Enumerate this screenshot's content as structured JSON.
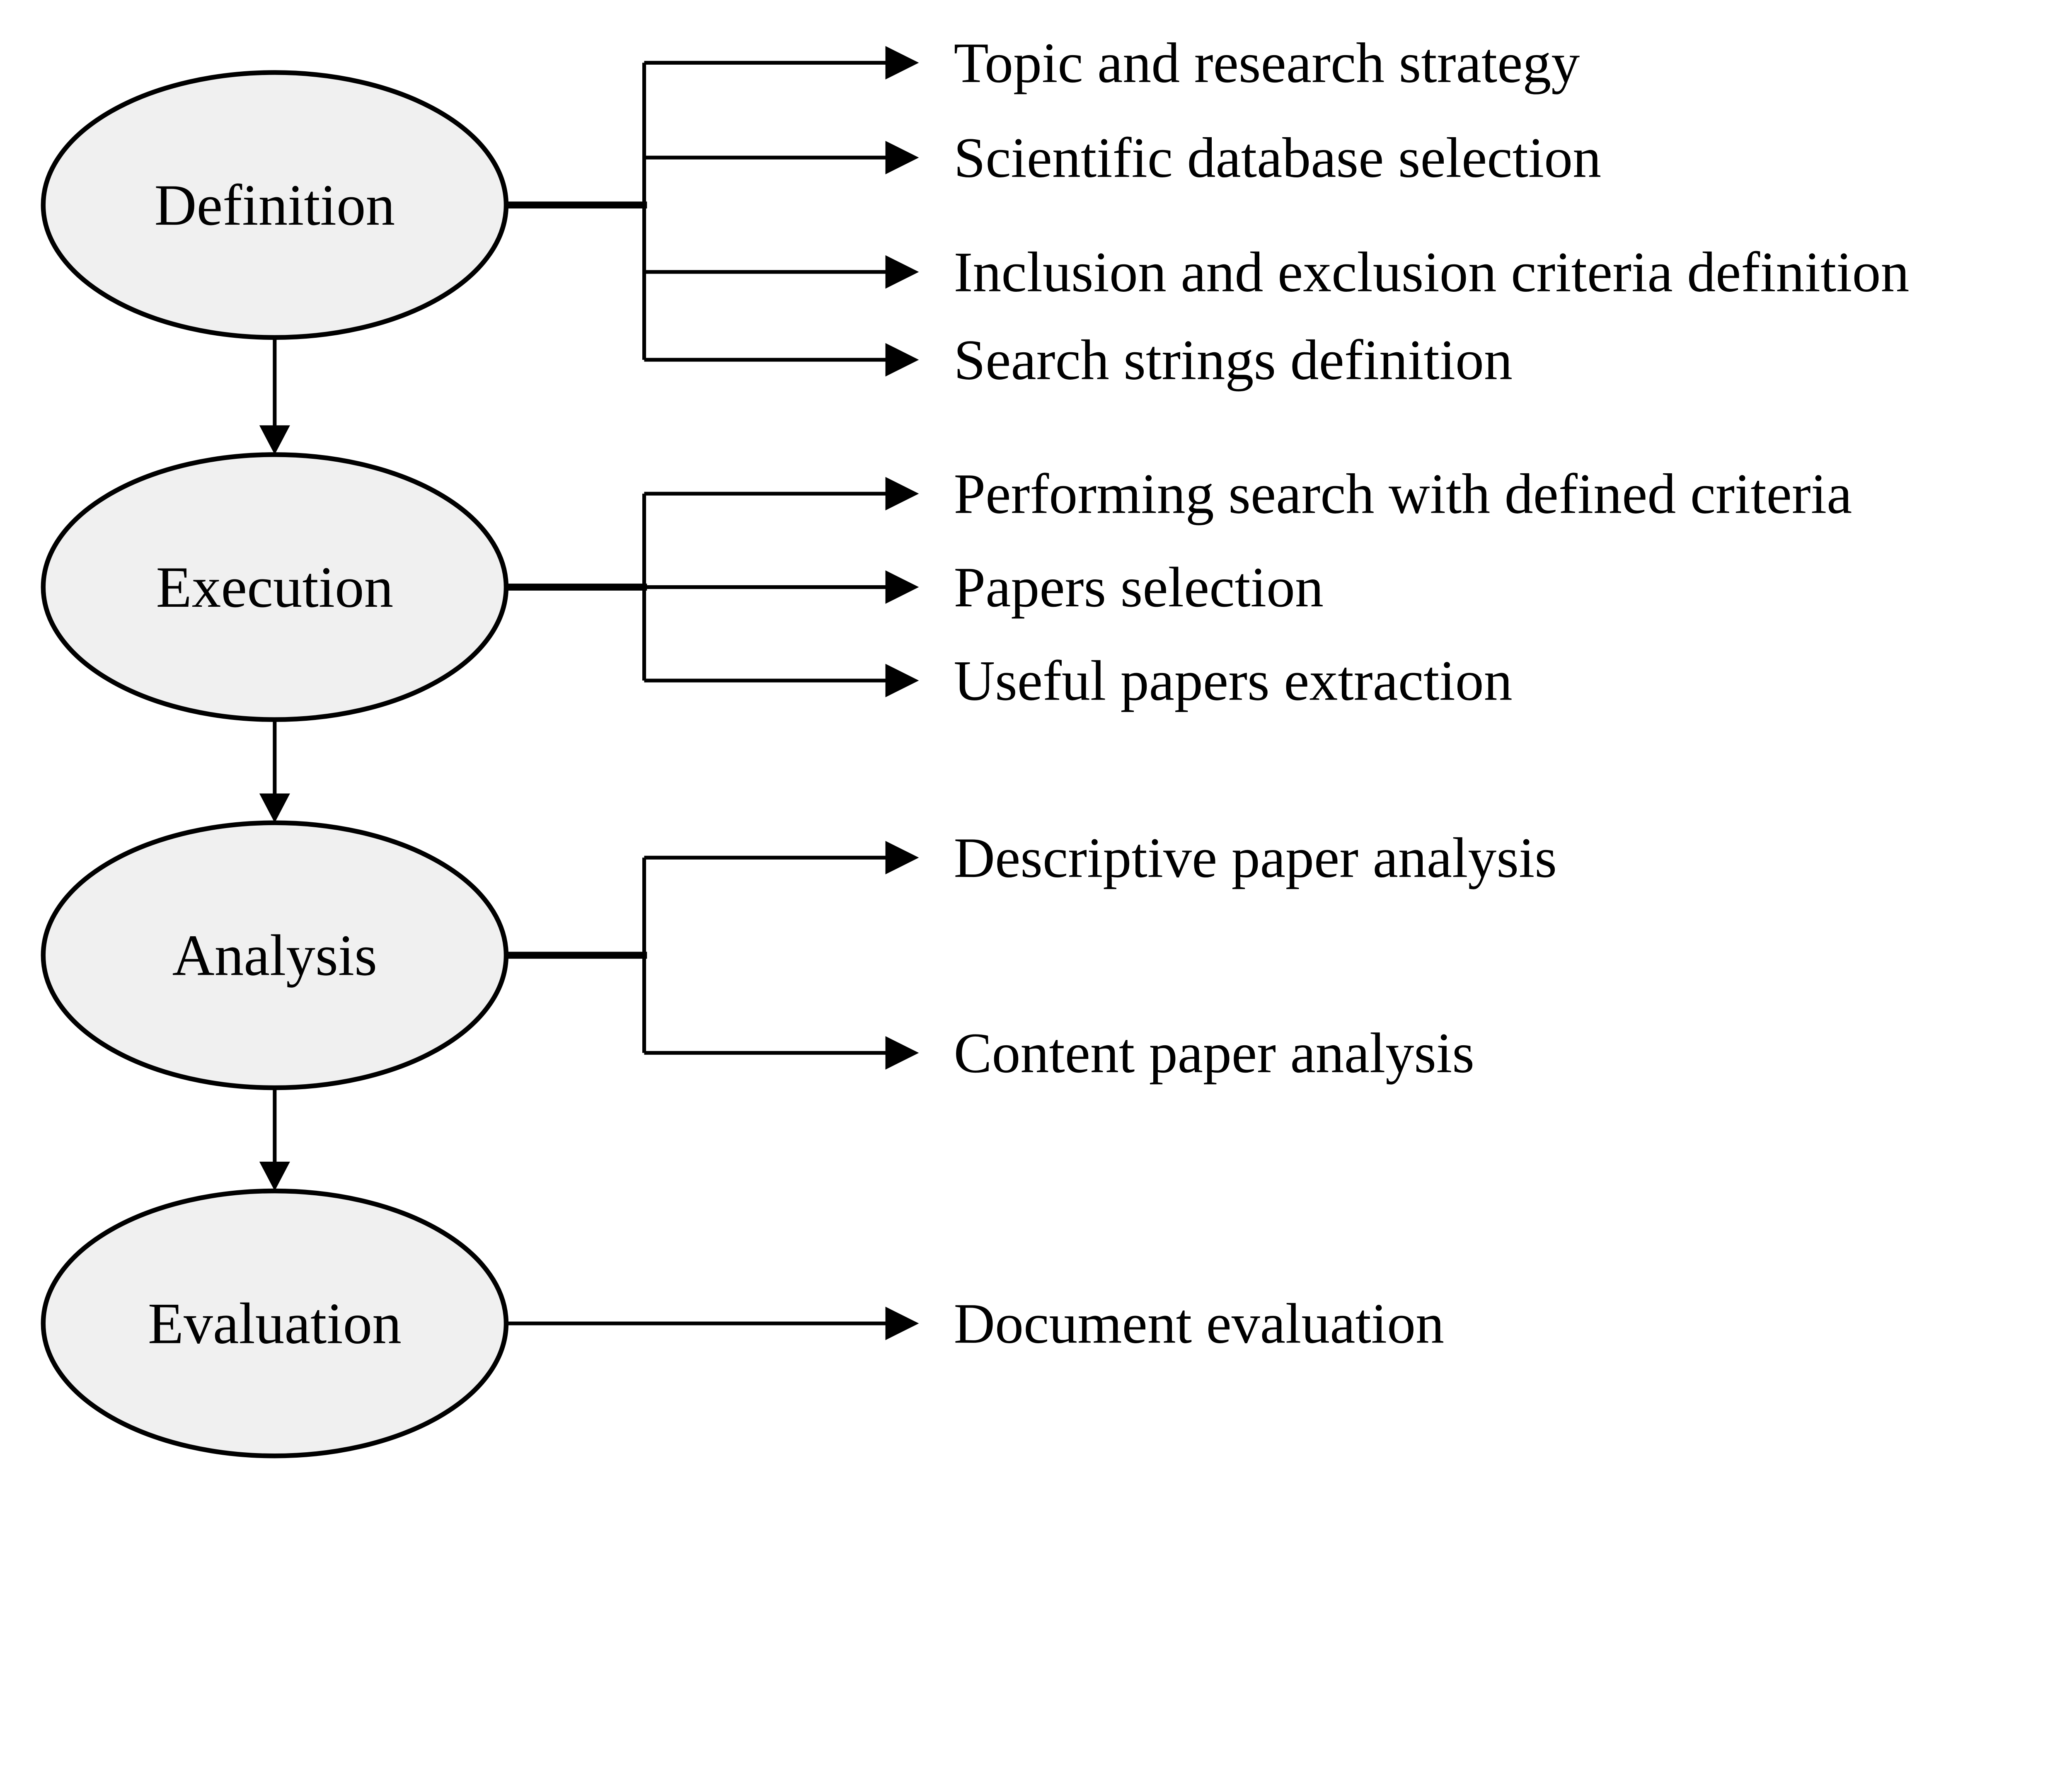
{
  "colors": {
    "background": "#ffffff",
    "line": "#000000",
    "connector_gray": "#8e8e8e",
    "node_fill": "#f0f0f0",
    "node_stroke": "#000000",
    "text": "#000000"
  },
  "icons": {
    "branch_arrow": "right-arrowhead-icon",
    "flow_arrow": "down-arrowhead-icon"
  },
  "stages": [
    {
      "label": "Definition",
      "items": [
        "Topic and research strategy",
        "Scientific database selection",
        "Inclusion and exclusion criteria definition",
        "Search strings definition"
      ]
    },
    {
      "label": "Execution",
      "items": [
        "Performing search with defined criteria",
        "Papers selection",
        "Useful papers extraction"
      ]
    },
    {
      "label": "Analysis",
      "items": [
        "Descriptive paper analysis",
        "Content paper analysis"
      ]
    },
    {
      "label": "Evaluation",
      "items": [
        "Document evaluation"
      ]
    }
  ]
}
